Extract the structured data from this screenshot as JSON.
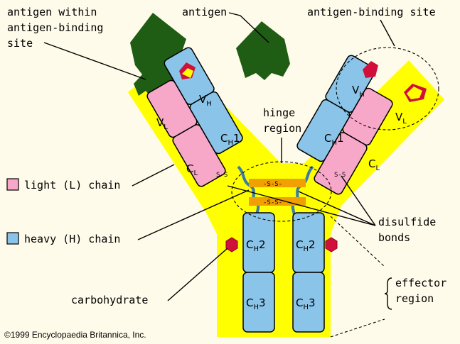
{
  "labels": {
    "antigen_within_line1": "antigen within",
    "antigen_within_line2": "antigen-binding",
    "antigen_within_line3": "site",
    "antigen": "antigen",
    "antigen_binding_site": "antigen-binding site",
    "hinge_line1": "hinge",
    "hinge_line2": "region",
    "light_chain": "light (L) chain",
    "heavy_chain": "heavy (H) chain",
    "disulfide_line1": "disulfide",
    "disulfide_line2": "bonds",
    "carbohydrate": "carbohydrate",
    "effector_line1": "effector",
    "effector_line2": "region",
    "copyright": "©1999 Encyclopaedia Britannica, Inc."
  },
  "domains": {
    "vh_main": "V",
    "vh_sub": "H",
    "vl_main": "V",
    "vl_sub": "L",
    "ch1_main": "C",
    "ch1_sub": "H",
    "ch1_tail": "1",
    "cl_main": "C",
    "cl_sub": "L",
    "ch2_main": "C",
    "ch2_sub": "H",
    "ch2_tail": "2",
    "ch3_main": "C",
    "ch3_sub": "H",
    "ch3_tail": "3"
  },
  "bond_text": {
    "ss_light": "S-S",
    "ss_heavy": "-S-S-"
  },
  "colors": {
    "background": "#fffbea",
    "antibody_outline": "#ffff00",
    "heavy_chain": "#8ac4e8",
    "light_chain": "#f7a8c8",
    "antigen": "#1f5c14",
    "carbohydrate": "#d0103a",
    "bond": "#f0a000"
  }
}
